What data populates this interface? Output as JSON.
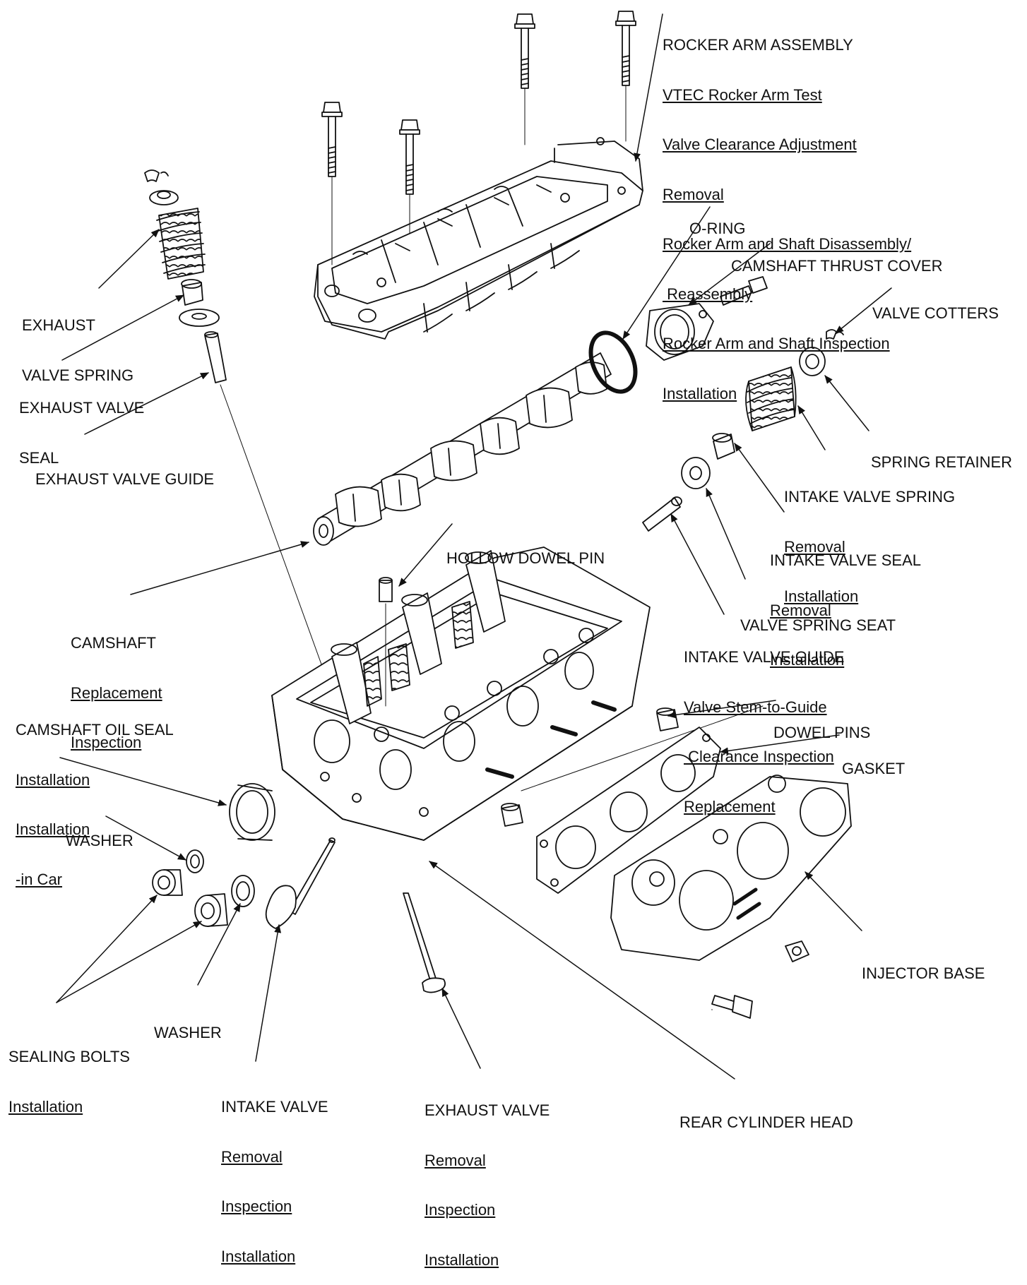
{
  "diagram": {
    "labels": {
      "rocker_arm_assembly": {
        "title": "ROCKER ARM ASSEMBLY",
        "links": [
          "VTEC Rocker Arm Test",
          "Valve Clearance Adjustment",
          "Removal",
          "Rocker Arm and Shaft Disassembly/",
          " Reassembly",
          "Rocker Arm and Shaft Inspection",
          "Installation"
        ]
      },
      "o_ring": {
        "title": "O-RING"
      },
      "camshaft_thrust_cover": {
        "title": "CAMSHAFT THRUST COVER"
      },
      "valve_cotters": {
        "title": "VALVE COTTERS"
      },
      "exhaust_valve_spring": {
        "title_line1": "EXHAUST",
        "title_line2": "VALVE SPRING"
      },
      "exhaust_valve_seal": {
        "title_line1": "EXHAUST VALVE",
        "title_line2": "SEAL"
      },
      "exhaust_valve_guide": {
        "title": "EXHAUST VALVE GUIDE"
      },
      "spring_retainer": {
        "title": "SPRING RETAINER"
      },
      "intake_valve_spring": {
        "title": "INTAKE VALVE SPRING",
        "links": [
          "Removal",
          "Installation"
        ]
      },
      "intake_valve_seal": {
        "title": "INTAKE VALVE SEAL",
        "links": [
          "Removal",
          "Installation"
        ]
      },
      "hollow_dowel_pin": {
        "title": "HOLLOW DOWEL PIN"
      },
      "valve_spring_seat": {
        "title": "VALVE SPRING SEAT"
      },
      "camshaft": {
        "title": "CAMSHAFT",
        "links": [
          "Replacement",
          "Inspection"
        ]
      },
      "intake_valve_guide": {
        "title": "INTAKE VALVE GUIDE",
        "links": [
          "Valve Stem-to-Guide",
          " Clearance Inspection",
          "Replacement"
        ]
      },
      "camshaft_oil_seal": {
        "title": "CAMSHAFT OIL SEAL",
        "links": [
          "Installation",
          "Installation",
          "-in Car"
        ]
      },
      "dowel_pins": {
        "title": "DOWEL PINS"
      },
      "gasket": {
        "title": "GASKET"
      },
      "washer_top": {
        "title": "WASHER"
      },
      "washer_bottom": {
        "title": "WASHER"
      },
      "injector_base": {
        "title": "INJECTOR BASE"
      },
      "sealing_bolts": {
        "title": "SEALING BOLTS",
        "links": [
          "Installation"
        ]
      },
      "intake_valve": {
        "title": "INTAKE VALVE",
        "links": [
          "Removal",
          "Inspection",
          "Installation"
        ]
      },
      "exhaust_valve": {
        "title": "EXHAUST VALVE",
        "links": [
          "Removal",
          "Inspection",
          "Installation"
        ]
      },
      "rear_cylinder_head": {
        "title": "REAR CYLINDER HEAD"
      }
    }
  }
}
